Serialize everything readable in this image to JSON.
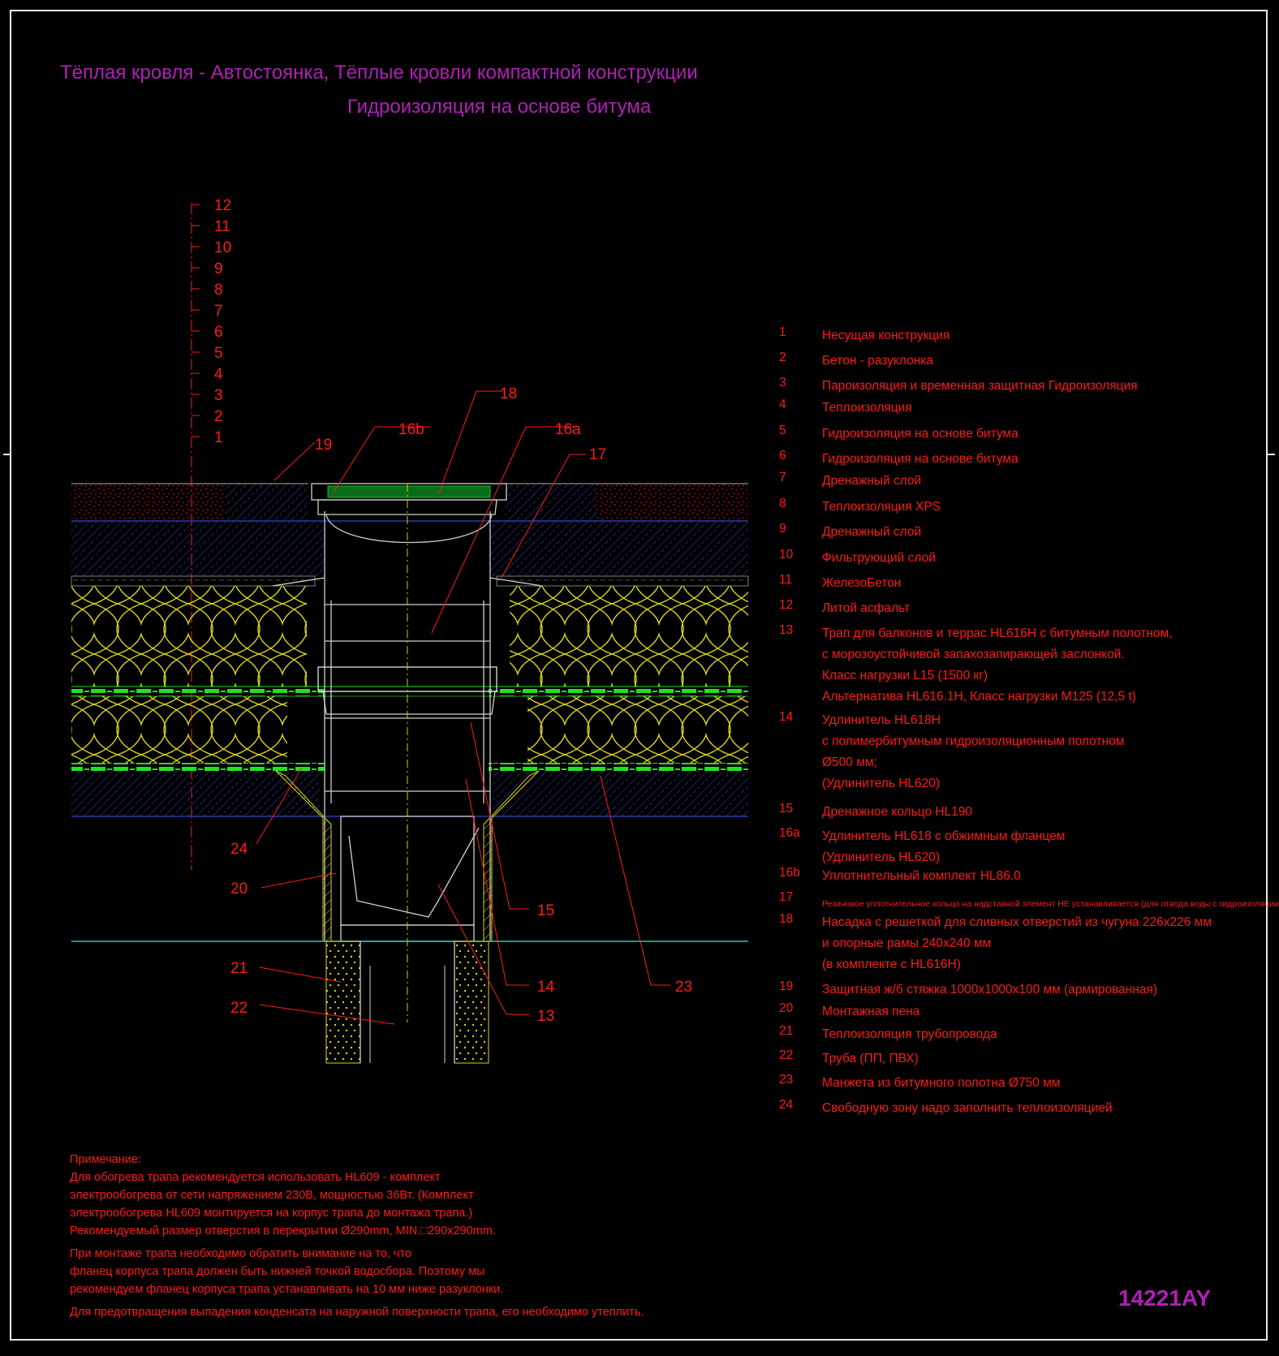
{
  "title": {
    "line1": "Тёплая кровля - Автостоянка, Тёплые кровли компактной конструкции",
    "line2": "Гидроизоляция на основе битума"
  },
  "colors": {
    "frame": "#e8e8e8",
    "title": "#b21fb8",
    "text": "#ff1a1a",
    "concrete": "#2a3aa8",
    "gravel": "#c41010",
    "insulation": "#d7d41a",
    "membrane": "#22e022",
    "drain": "#cfcfcf",
    "axis": "#d0d000",
    "ground": "#1fc8c8"
  },
  "layer_scale": [
    "12",
    "11",
    "10",
    "9",
    "8",
    "7",
    "6",
    "5",
    "4",
    "3",
    "2",
    "1"
  ],
  "callouts": {
    "c18": "18",
    "c16b": "16b",
    "c16a": "16a",
    "c17": "17",
    "c19": "19",
    "c24": "24",
    "c20": "20",
    "c15": "15",
    "c14": "14",
    "c13": "13",
    "c21": "21",
    "c22": "22",
    "c23": "23"
  },
  "legend": [
    {
      "num": "1",
      "lines": [
        "Несущая конструкция"
      ]
    },
    {
      "num": "2",
      "lines": [
        "Бетон - разуклонка"
      ]
    },
    {
      "num": "3",
      "lines": [
        "Пароизоляция и временная защитная Гидроизоляция"
      ]
    },
    {
      "num": "4",
      "lines": [
        "Теплоизоляция"
      ]
    },
    {
      "num": "5",
      "lines": [
        "Гидроизоляция на основе битума"
      ]
    },
    {
      "num": "6",
      "lines": [
        "Гидроизоляция на основе битума"
      ]
    },
    {
      "num": "7",
      "lines": [
        "Дренажный слой"
      ]
    },
    {
      "num": "8",
      "lines": [
        "Теплоизоляция XPS"
      ]
    },
    {
      "num": "9",
      "lines": [
        "Дренажный слой"
      ]
    },
    {
      "num": "10",
      "lines": [
        "Фильтрующий слой"
      ]
    },
    {
      "num": "11",
      "lines": [
        "ЖелезоБетон"
      ]
    },
    {
      "num": "12",
      "lines": [
        "Литой асфальт"
      ]
    },
    {
      "num": "13",
      "lines": [
        " Трап для балконов и террас HL616H с битумным полотном,",
        " с морозоустойчивой запахозапирающей заслонкой.",
        " Класс нагрузки L15 (1500 кг)",
        " Альтернатива HL616.1H, Класс нагрузки M125 (12,5 t)"
      ]
    },
    {
      "num": "14",
      "lines": [
        "Удлинитель HL618H",
        " с полимербитумным гидроизоляционным полотном",
        "Ø500 мм;",
        "(Удлинитель HL620)"
      ]
    },
    {
      "num": "15",
      "lines": [
        "Дренажное кольцо HL190"
      ]
    },
    {
      "num": "16a",
      "lines": [
        "Удлинитель HL618 с обжимным фланцем",
        "(Удлинитель HL620)"
      ]
    },
    {
      "num": "16b",
      "lines": [
        "Уплотнительный комплект HL86.0"
      ]
    },
    {
      "num": "17",
      "small": true,
      "lines": [
        "Резиновое уплотнительное кольцо на надставной элемент НЕ устанавливается (для отвода воды с гидроизоляции)"
      ]
    },
    {
      "num": "18",
      "lines": [
        "Насадка с решеткой для сливных отверстий из чугуна 226x226 мм",
        "и опорные рамы 240x240 мм",
        "(в комплекте с HL616H)"
      ]
    },
    {
      "num": "19",
      "lines": [
        "Защитная ж/б стяжка 1000x1000x100 мм (армированная)"
      ]
    },
    {
      "num": "20",
      "lines": [
        "Монтажная пена"
      ]
    },
    {
      "num": "21",
      "lines": [
        "Теплоизоляция трубопровода"
      ]
    },
    {
      "num": "22",
      "lines": [
        "Труба (ПП, ПВХ)"
      ]
    },
    {
      "num": "23",
      "lines": [
        "Манжета из битумного полотна Ø750 мм"
      ]
    },
    {
      "num": "24",
      "lines": [
        " Свободную зону надо заполнить теплоизоляцией"
      ]
    }
  ],
  "notes": {
    "heading": "Примечание:",
    "p1": [
      "Для обогрева трапа рекомендуется использовать HL609 - комплект",
      "электрообогрева от сети напряжением 230В, мощностью 36Вт. (Комплект",
      "электрообогрева HL609 монтируется на корпус трапа до монтажа трапа.)",
      "Рекомендуемый размер отверстия в перекрытии Ø290mm, MIN.□290x290mm."
    ],
    "p2": [
      "При монтаже трапа необходимо обратить вниманиe на то, что",
      "фланец корпуса трапа должен быть нижней точкой водосбора. Поэтому мы",
      "рекомендуем фланец корпуса трапа устанавливать на 10 мм ниже разуклонки."
    ],
    "p3": "Для предотвращения выпадения конденсата на наружной поверхности трапа, его необходимо утеплить."
  },
  "drawing_code": "14221AY"
}
